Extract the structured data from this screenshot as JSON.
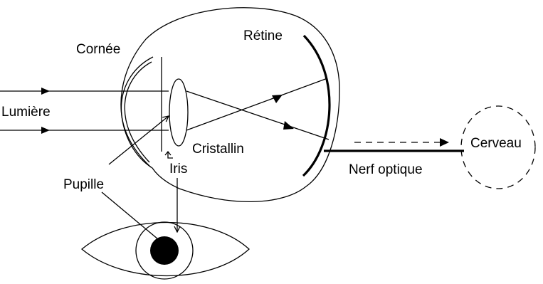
{
  "labels": {
    "cornee": "Cornée",
    "retine": "Rétine",
    "lumiere": "Lumière",
    "cristallin": "Cristallin",
    "iris": "Iris",
    "pupille": "Pupille",
    "nerf_optique": "Nerf optique",
    "cerveau": "Cerveau"
  },
  "colors": {
    "ink": "#000000",
    "background": "#ffffff"
  }
}
